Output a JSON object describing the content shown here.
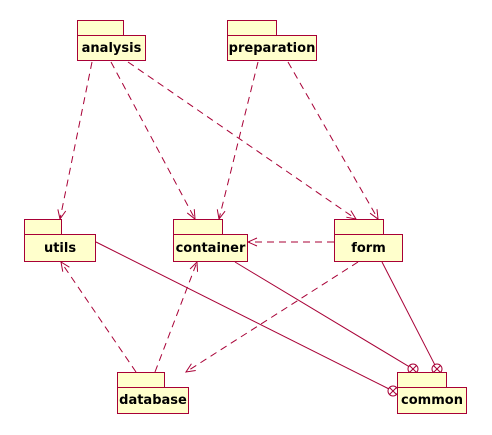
{
  "colors": {
    "fill": "#ffffcc",
    "stroke": "#a80036",
    "text": "#000000"
  },
  "packages": [
    {
      "id": "analysis",
      "label": "analysis"
    },
    {
      "id": "preparation",
      "label": "preparation"
    },
    {
      "id": "utils",
      "label": "utils"
    },
    {
      "id": "container",
      "label": "container"
    },
    {
      "id": "form",
      "label": "form"
    },
    {
      "id": "database",
      "label": "database"
    },
    {
      "id": "common",
      "label": "common"
    }
  ],
  "relations": [
    {
      "from": "analysis",
      "to": "utils",
      "kind": "dependency"
    },
    {
      "from": "analysis",
      "to": "container",
      "kind": "dependency"
    },
    {
      "from": "analysis",
      "to": "form",
      "kind": "dependency"
    },
    {
      "from": "preparation",
      "to": "container",
      "kind": "dependency"
    },
    {
      "from": "preparation",
      "to": "form",
      "kind": "dependency"
    },
    {
      "from": "form",
      "to": "container",
      "kind": "dependency"
    },
    {
      "from": "form",
      "to": "database",
      "kind": "dependency"
    },
    {
      "from": "database",
      "to": "utils",
      "kind": "dependency"
    },
    {
      "from": "database",
      "to": "container",
      "kind": "dependency"
    },
    {
      "from": "utils",
      "to": "common",
      "kind": "nesting"
    },
    {
      "from": "container",
      "to": "common",
      "kind": "nesting"
    },
    {
      "from": "form",
      "to": "common",
      "kind": "nesting"
    }
  ]
}
